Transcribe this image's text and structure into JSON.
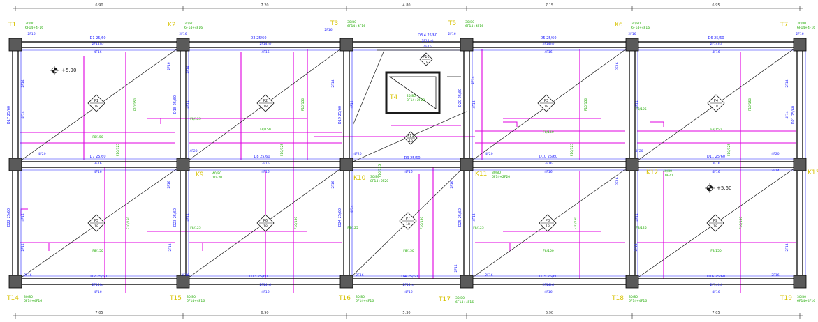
{
  "dims_top": [
    "6.90",
    "7.20",
    "4.80",
    "7.15",
    "6.95"
  ],
  "dims_bottom": [
    "7.05",
    "6.90",
    "5.30",
    "6.90",
    "7.05"
  ],
  "columns": {
    "T1": {
      "label": "T1",
      "spec": "30/80",
      "bars": "6F14+4F16"
    },
    "K2": {
      "label": "K2",
      "spec": "30/80",
      "bars": "6F14+4F16"
    },
    "T3": {
      "label": "T3",
      "spec": "30/80",
      "bars": "6F14+4F16"
    },
    "T5": {
      "label": "T5",
      "spec": "30/80",
      "bars": "6F14+4F16"
    },
    "K6": {
      "label": "K6",
      "spec": "30/80",
      "bars": "6F14+4F16"
    },
    "T7": {
      "label": "T7",
      "spec": "30/80",
      "bars": "6F14+4F16"
    },
    "T4": {
      "label": "T4",
      "spec": "25/80",
      "bars": "8F14+2F20"
    },
    "K9": {
      "label": "K9",
      "spec": "40/80",
      "bars": "10F20"
    },
    "K10": {
      "label": "K10",
      "spec": "30/80",
      "bars": "8F14+2F20"
    },
    "K11": {
      "label": "K11",
      "spec": "30/80",
      "bars": "6F14+2F20"
    },
    "K12": {
      "label": "K12",
      "spec": "40/80",
      "bars": "10F20"
    },
    "K13": {
      "label": "K13"
    },
    "T14": {
      "label": "T14",
      "spec": "30/80",
      "bars": "6F14+4F16"
    },
    "T15": {
      "label": "T15",
      "spec": "30/80",
      "bars": "6F14+4F16"
    },
    "T16": {
      "label": "T16",
      "spec": "30/80",
      "bars": "6F14+4F16"
    },
    "T17": {
      "label": "T17",
      "spec": "30/80",
      "bars": "6F14+4F16"
    },
    "T18": {
      "label": "T18",
      "spec": "30/80",
      "bars": "6F14+4F16"
    },
    "T19": {
      "label": "T19",
      "spec": "30/80",
      "bars": "6F14+4F16"
    }
  },
  "beams": {
    "D1": "D1 25/60",
    "D2": "D2 25/60",
    "D34": "D3,4 25/60",
    "D5": "D5 25/60",
    "D6": "D6 25/60",
    "D7": "D7 25/60",
    "D8": "D8 25/60",
    "D9": "D9 25/60",
    "D10": "D10 25/60",
    "D11": "D11 25/60",
    "D12": "D12 25/60",
    "D13": "D13 25/60",
    "D14": "D14 25/60",
    "D15": "D15 25/60",
    "D16": "D16 25/60",
    "D17": "D17 25/60",
    "D18": "D18 25/60",
    "D19": "D19 25/60",
    "D20": "D20 25/60",
    "D21": "D21 25/60",
    "D22": "D22 25/60",
    "D23": "D23 25/60",
    "D24": "D24 25/60",
    "D25": "D25 25/60"
  },
  "bars": {
    "f16_2": "2F16",
    "f16_3": "3F16",
    "f16_4": "4F16",
    "f14_2s": "2F14(s)",
    "f14_2": "2F14",
    "f14_4": "4F14",
    "f20_4": "4F20",
    "f10_125": "F10/125",
    "f8_150": "F8/150",
    "f8_125": "F8/125",
    "f10_150": "F10/150"
  },
  "slabs": {
    "P1": {
      "label": "P1",
      "thickness": "18"
    },
    "P2": {
      "label": "P2",
      "thickness": "18"
    },
    "P3": {
      "label": "P3",
      "thickness": "18"
    },
    "P4": {
      "label": "P4",
      "thickness": "18"
    },
    "P5": {
      "label": "P5",
      "thickness": "18"
    },
    "P6": {
      "label": "P6",
      "thickness": "18"
    },
    "P7": {
      "label": "P7",
      "thickness": "18"
    },
    "P8": {
      "label": "P8",
      "thickness": "18"
    },
    "P9": {
      "label": "P9",
      "thickness": "18"
    },
    "P10": {
      "label": "P10",
      "thickness": "18"
    },
    "P11": {
      "label": "P11",
      "thickness": "18"
    }
  },
  "elevations": {
    "left": "+5.90",
    "right": "+5.60"
  }
}
